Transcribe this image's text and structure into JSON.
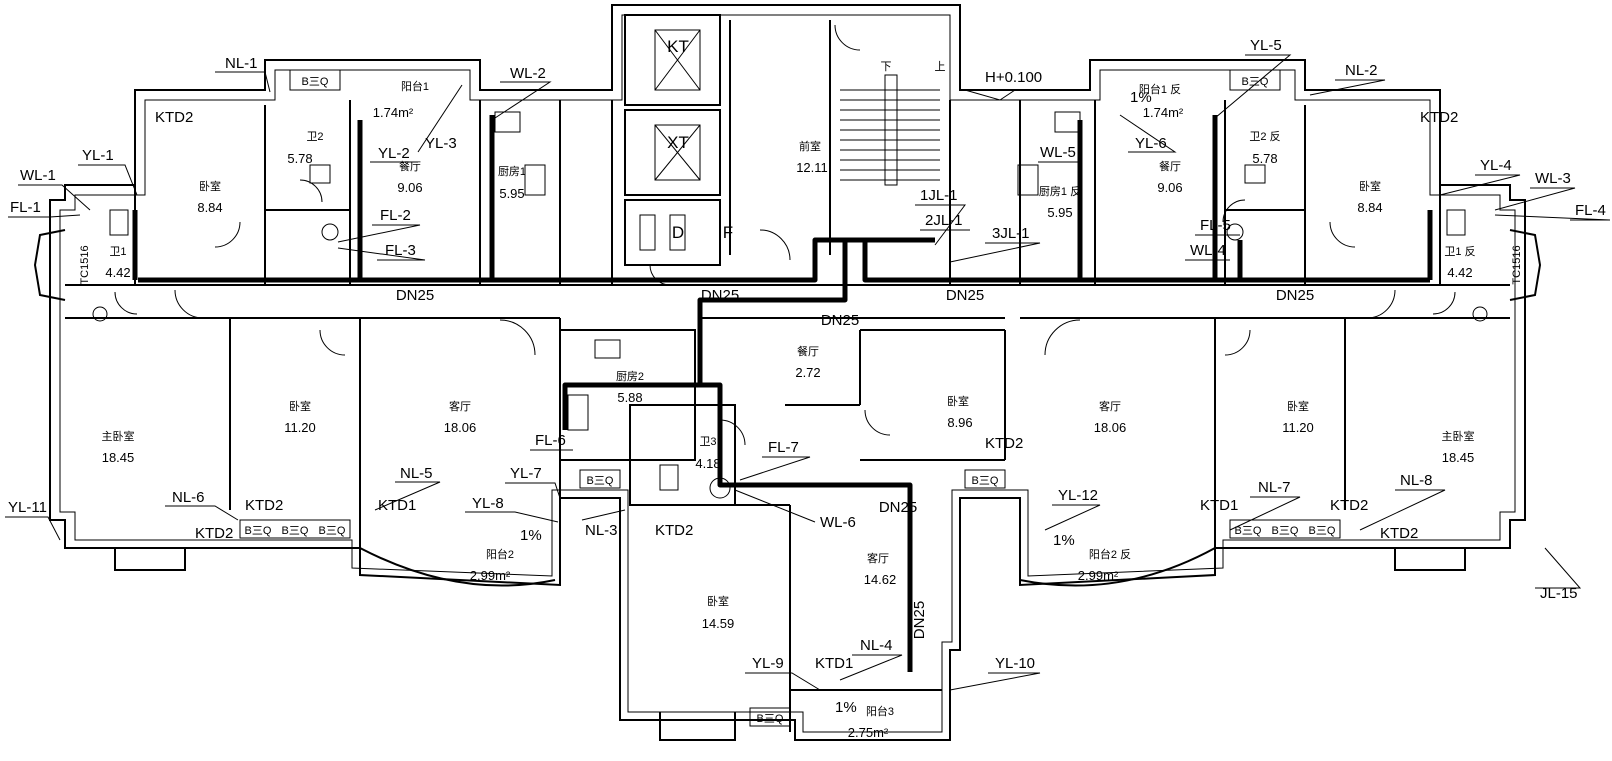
{
  "rooms": {
    "bedroom_tl": {
      "name": "卧室",
      "area": "8.84"
    },
    "bath_tl": {
      "name": "卫2",
      "area": "5.78"
    },
    "balcony_tl": {
      "name": "阳台1",
      "area": "1.74m²"
    },
    "dining_tl": {
      "name": "餐厅",
      "area": "9.06"
    },
    "kitchen_tl": {
      "name": "厨房1",
      "area": "5.95"
    },
    "bath1_l": {
      "name": "卫1",
      "area": "4.42"
    },
    "foyer": {
      "name": "前室",
      "area": "12.11"
    },
    "balcony_tr": {
      "name": "阳台1 反",
      "area": "1.74m²"
    },
    "bath_tr": {
      "name": "卫2 反",
      "area": "5.78"
    },
    "kitchen_tr": {
      "name": "厨房1 反",
      "area": "5.95"
    },
    "dining_tr": {
      "name": "餐厅",
      "area": "9.06"
    },
    "bedroom_tr": {
      "name": "卧室",
      "area": "8.84"
    },
    "bath1_r": {
      "name": "卫1 反",
      "area": "4.42"
    },
    "master_l": {
      "name": "主卧室",
      "area": "18.45"
    },
    "bedroom_ml": {
      "name": "卧室",
      "area": "11.20"
    },
    "living_ml": {
      "name": "客厅",
      "area": "18.06"
    },
    "kitchen2": {
      "name": "厨房2",
      "area": "5.88"
    },
    "bath3": {
      "name": "卫3",
      "area": "4.18"
    },
    "dining_c": {
      "name": "餐厅",
      "area": "2.72"
    },
    "bedroom_c": {
      "name": "卧室",
      "area": "8.96"
    },
    "living_mr": {
      "name": "客厅",
      "area": "18.06"
    },
    "bedroom_mr": {
      "name": "卧室",
      "area": "11.20"
    },
    "master_r": {
      "name": "主卧室",
      "area": "18.45"
    },
    "balcony2_l": {
      "name": "阳台2",
      "area": "2.99m²"
    },
    "balcony2_r": {
      "name": "阳台2 反",
      "area": "2.99m²"
    },
    "bedroom_bc": {
      "name": "卧室",
      "area": "14.59"
    },
    "living_bc": {
      "name": "客厅",
      "area": "14.62"
    },
    "balcony3": {
      "name": "阳台3",
      "area": "2.75m²"
    }
  },
  "labels": {
    "nl1": "NL-1",
    "nl2": "NL-2",
    "nl3": "NL-3",
    "nl4": "NL-4",
    "nl5": "NL-5",
    "nl6": "NL-6",
    "nl7": "NL-7",
    "nl8": "NL-8",
    "wl1": "WL-1",
    "wl2": "WL-2",
    "wl3": "WL-3",
    "wl4": "WL-4",
    "wl5": "WL-5",
    "wl6": "WL-6",
    "yl1": "YL-1",
    "yl2": "YL-2",
    "yl3": "YL-3",
    "yl4": "YL-4",
    "yl5": "YL-5",
    "yl6": "YL-6",
    "yl7": "YL-7",
    "yl8": "YL-8",
    "yl9": "YL-9",
    "yl10": "YL-10",
    "yl11": "YL-11",
    "yl12": "YL-12",
    "fl1": "FL-1",
    "fl2": "FL-2",
    "fl3": "FL-3",
    "fl4": "FL-4",
    "fl5": "FL-5",
    "fl6": "FL-6",
    "fl7": "FL-7",
    "jl1": "1JL-1",
    "jl2": "2JL-1",
    "jl3": "3JL-1",
    "jl15": "JL-15",
    "ktd1": "KTD1",
    "ktd2": "KTD2",
    "tc": "TC1516",
    "dn25": "DN25",
    "elev": "H+0.100",
    "down": "下",
    "up": "上",
    "kt": "KT",
    "xt": "XT",
    "d": "D",
    "f": "F",
    "slope": "1%",
    "box": "B三Q"
  }
}
